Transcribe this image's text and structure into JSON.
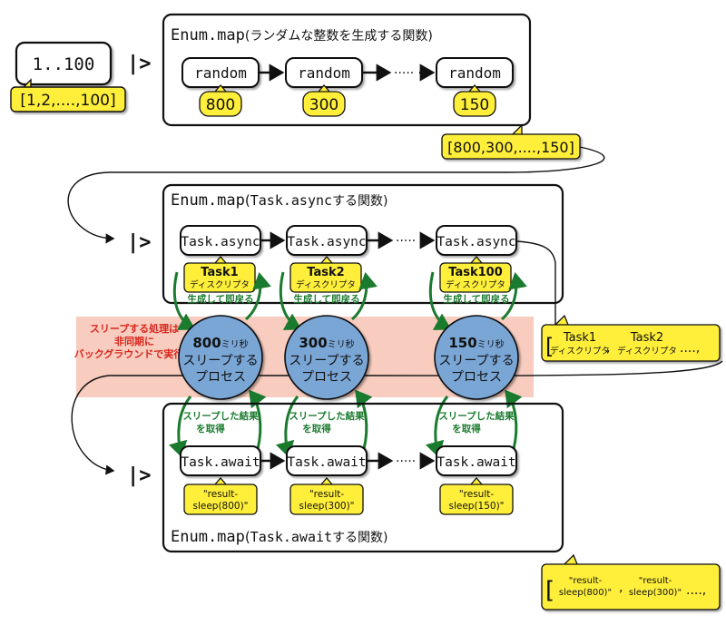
{
  "input": {
    "range": "1..100",
    "list": "[1,2,....,100]"
  },
  "pipe": "|>",
  "stage1": {
    "title_fn": "Enum.map",
    "title_desc": "(ランダムな整数を生成する関数)",
    "nodes": [
      "random",
      "random",
      "random"
    ],
    "values": [
      "800",
      "300",
      "150"
    ],
    "ellipsis": "·····",
    "output": "[800,300,....,150]"
  },
  "stage2": {
    "title_fn": "Enum.map",
    "title_paren_open": "(",
    "title_call": "Task.async",
    "title_desc": "する関数)",
    "nodes": [
      "Task.async",
      "Task.async",
      "Task.async"
    ],
    "tasks": [
      "Task1",
      "Task2",
      "Task100"
    ],
    "descriptor": "ディスクリプタ",
    "return_label": "生成して即戻る",
    "ellipsis": "·····",
    "output": {
      "bracket": "[",
      "items": [
        "Task1",
        "Task2"
      ],
      "descriptor": "ディスクリプタ",
      "comma": ",",
      "ellipsis": "....,"
    }
  },
  "sleep_band": {
    "note_line1": "スリープする処理は",
    "note_line2": "非同期に",
    "note_line3": "バックグラウンドで実行",
    "processes": [
      {
        "ms": "800",
        "unit": "ミリ秒",
        "line2": "スリープする",
        "line3": "プロセス"
      },
      {
        "ms": "300",
        "unit": "ミリ秒",
        "line2": "スリープする",
        "line3": "プロセス"
      },
      {
        "ms": "150",
        "unit": "ミリ秒",
        "line2": "スリープする",
        "line3": "プロセス"
      }
    ]
  },
  "stage3": {
    "result_label_line1": "スリープした結果",
    "result_label_line2": "を取得",
    "nodes": [
      "Task.await",
      "Task.await",
      "Task.await"
    ],
    "results": [
      {
        "line1": "\"result-",
        "line2": "sleep(800)\""
      },
      {
        "line1": "\"result-",
        "line2": "sleep(300)\""
      },
      {
        "line1": "\"result-",
        "line2": "sleep(150)\""
      }
    ],
    "ellipsis": "·····",
    "title_fn": "Enum.map",
    "title_paren_open": "(",
    "title_call": "Task.await",
    "title_desc": "する関数)",
    "output": {
      "bracket": "[",
      "items": [
        {
          "line1": "\"result-",
          "line2": "sleep(800)\""
        },
        {
          "line1": "\"result-",
          "line2": "sleep(300)\""
        }
      ],
      "comma": ",",
      "ellipsis": "....,"
    }
  },
  "colors": {
    "yellow": "#ffef3a",
    "blue": "#7aa6d6",
    "band": "#f7c7b8",
    "green": "#1a7a2e",
    "red": "#d9271d"
  }
}
